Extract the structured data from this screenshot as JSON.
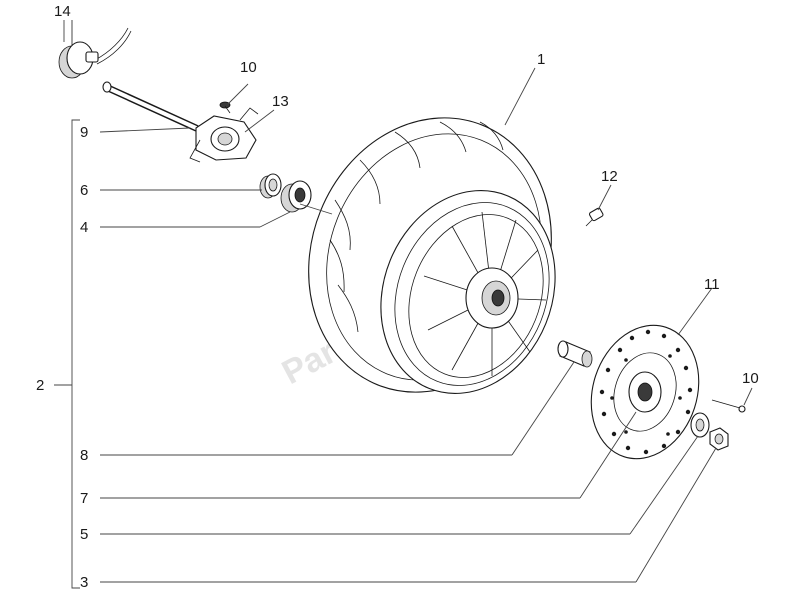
{
  "watermark": "PartsRepublik",
  "callouts": {
    "c1": "1",
    "c2": "2",
    "c3": "3",
    "c4": "4",
    "c5": "5",
    "c6": "6",
    "c7": "7",
    "c8": "8",
    "c9": "9",
    "c10a": "10",
    "c10b": "10",
    "c11": "11",
    "c12": "12",
    "c13": "13",
    "c14": "14"
  }
}
